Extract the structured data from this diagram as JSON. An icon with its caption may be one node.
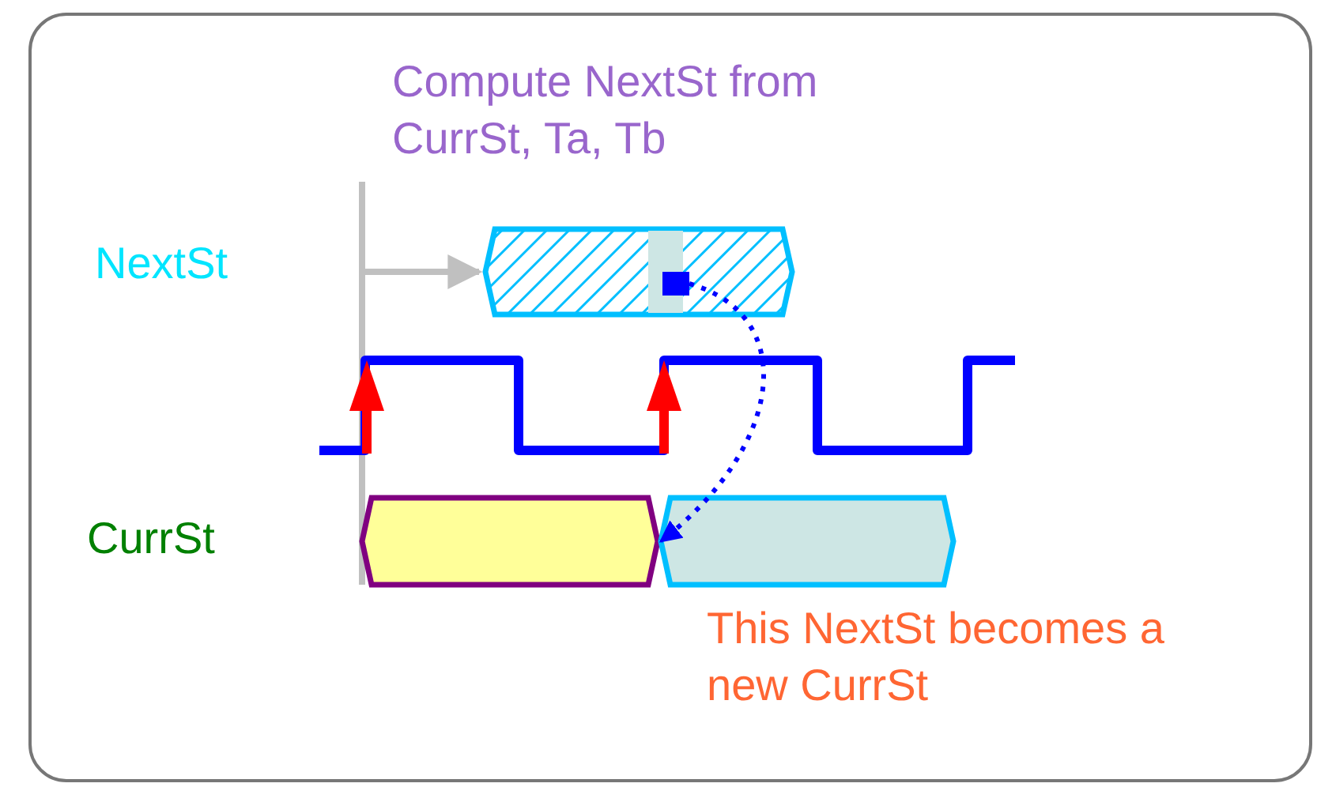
{
  "diagram": {
    "nodes": [
      {
        "text": [],
        "shape": "hexagon"
      },
      {
        "text": [],
        "shape": "box",
        "in": 0
      },
      {
        "text": [],
        "shape": "hexagon"
      },
      {
        "text": [],
        "shape": "hexagon"
      }
    ],
    "edges": [
      {
        "from": null,
        "to": 0,
        "arrow": "to",
        "color": "#c0c0c0"
      },
      {
        "from": 1,
        "to": 3,
        "arrow": "to",
        "style": "dashed",
        "color": "#0000ff"
      }
    ],
    "labels": [
      "Compute NextSt from CurrSt, Ta, Tb",
      "NextSt",
      "CurrSt",
      "This NextSt becomes a new CurrSt"
    ]
  }
}
